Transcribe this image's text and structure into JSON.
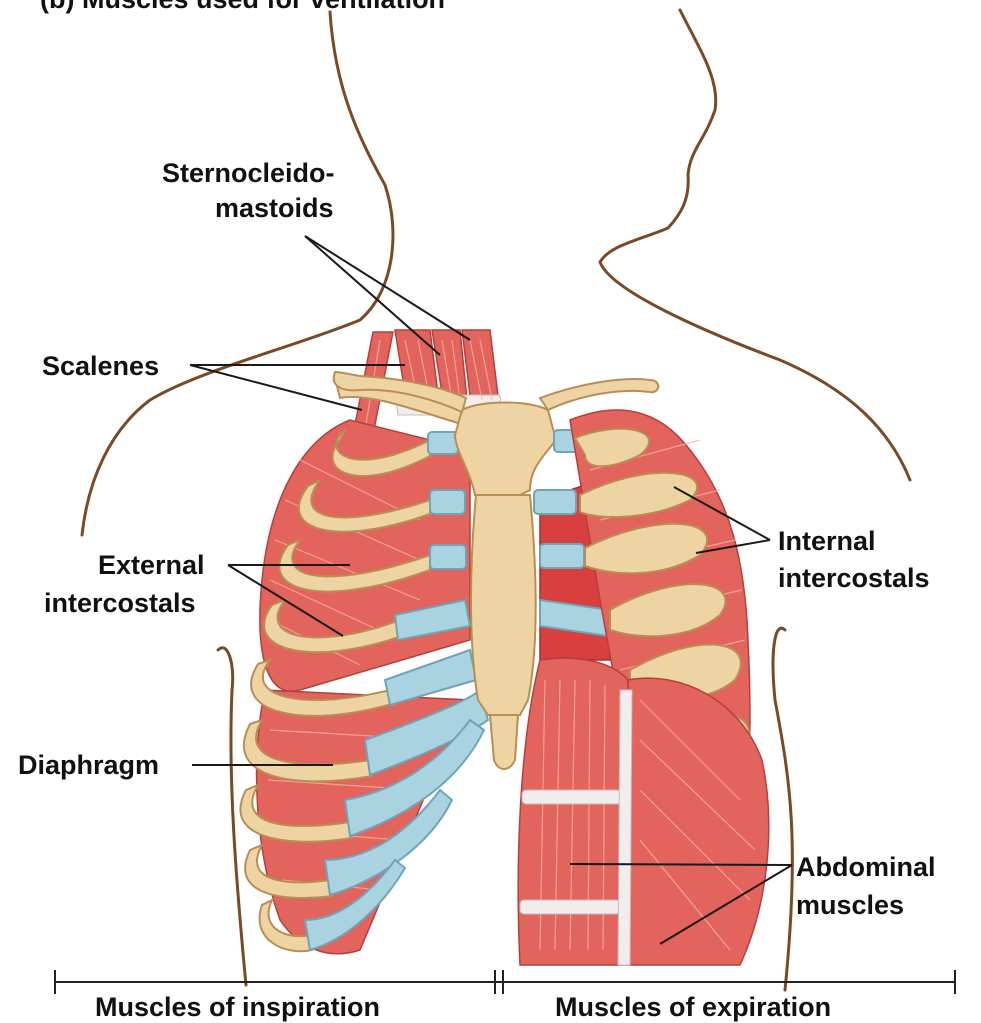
{
  "figure": {
    "title": "(b)  Muscles used for ventilation"
  },
  "labels": {
    "sternocleidomastoids_line1": "Sternocleido-",
    "sternocleidomastoids_line2": "mastoids",
    "scalenes": "Scalenes",
    "external_intercostals_line1": "External",
    "external_intercostals_line2": "intercostals",
    "internal_intercostals_line1": "Internal",
    "internal_intercostals_line2": "intercostals",
    "diaphragm": "Diaphragm",
    "abdominal_muscles_line1": "Abdominal",
    "abdominal_muscles_line2": "muscles"
  },
  "groups": {
    "inspiration": "Muscles of inspiration",
    "expiration": "Muscles of expiration"
  },
  "colors": {
    "muscle": "#e2645c",
    "bone": "#efd4a3",
    "cartilage": "#a9d3e0",
    "body_outline": "#7a4a26"
  }
}
